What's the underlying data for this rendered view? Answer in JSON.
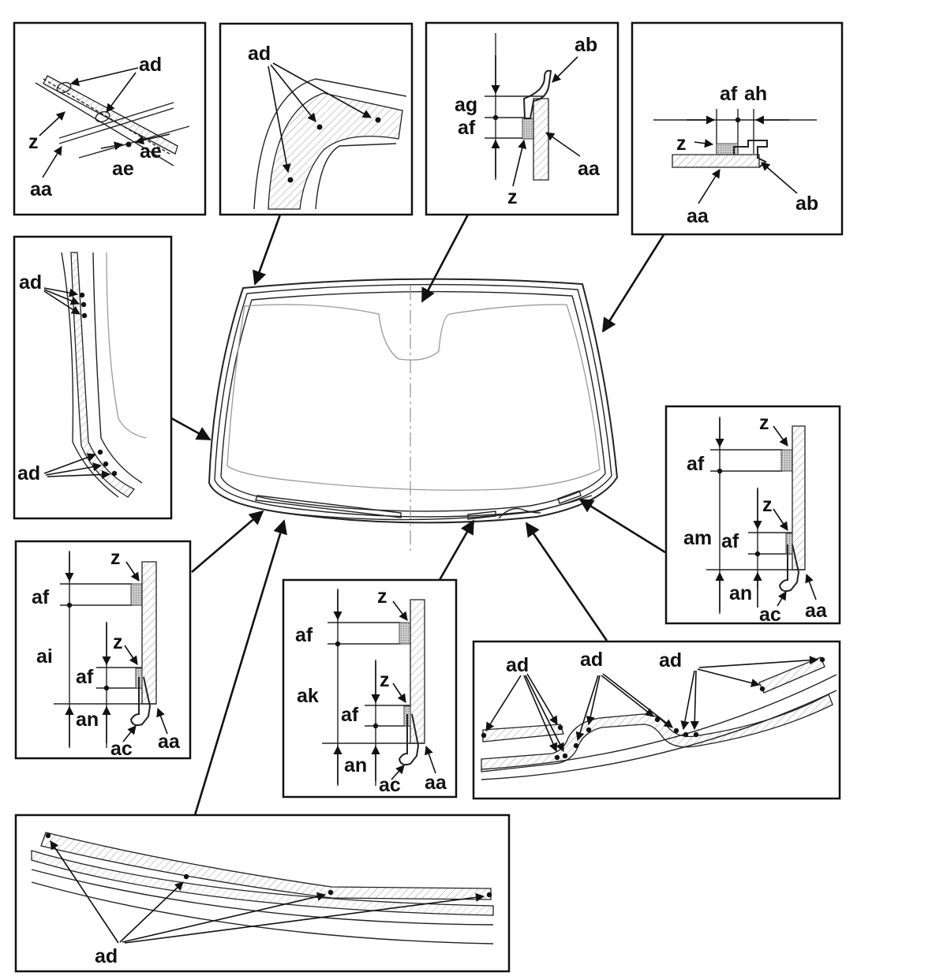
{
  "figure": {
    "labels": {
      "z": "z",
      "aa": "aa",
      "ab": "ab",
      "ac": "ac",
      "ad": "ad",
      "ae": "ae",
      "af": "af",
      "ag": "ag",
      "ah": "ah",
      "ai": "ai",
      "ak": "ak",
      "am": "am",
      "an": "an"
    }
  }
}
